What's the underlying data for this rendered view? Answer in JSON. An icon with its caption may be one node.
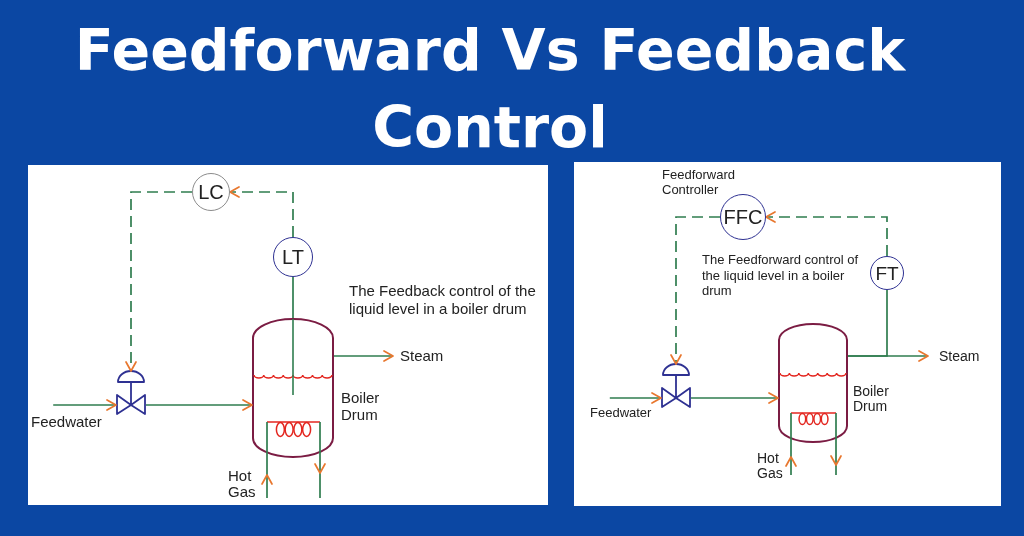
{
  "diagram": {
    "title": "Feedforward Vs Feedback Control",
    "nodes": [
      {
        "text": [
          "The Feedback control of the liquid level in a boiler drum"
        ]
      },
      {
        "text": [
          "LC"
        ],
        "in": 0
      },
      {
        "text": [
          "LT"
        ],
        "in": 0
      },
      {
        "text": [
          "Feedwater"
        ],
        "in": 0
      },
      {
        "text": [],
        "shape": "valve",
        "in": 0
      },
      {
        "text": [],
        "shape": "drum",
        "beside": [
          "Boiler Drum"
        ],
        "in": 0
      },
      {
        "text": [
          "Steam"
        ],
        "in": 0
      },
      {
        "text": [],
        "shape": "coil",
        "in": 5
      },
      {
        "text": [
          "Hot Gas"
        ],
        "in": 0
      },
      {
        "text": [
          "The Feedforward control of the liquid level in a boiler drum"
        ]
      },
      {
        "text": [
          "FFC"
        ],
        "beside": [
          "Feedforward Controller"
        ],
        "in": 9
      },
      {
        "text": [
          "FT"
        ],
        "in": 9
      },
      {
        "text": [
          "Feedwater"
        ],
        "in": 9
      },
      {
        "text": [],
        "shape": "valve",
        "in": 9
      },
      {
        "text": [],
        "shape": "drum",
        "beside": [
          "Boiler Drum"
        ],
        "in": 9
      },
      {
        "text": [
          "Steam"
        ],
        "in": 9
      },
      {
        "text": [],
        "shape": "coil",
        "in": 14
      },
      {
        "text": [
          "Hot Gas"
        ],
        "in": 9
      }
    ],
    "edges": [
      {
        "from": 2,
        "to": 1,
        "arrow": "to",
        "style": "dashed"
      },
      {
        "from": 1,
        "to": 4,
        "arrow": "to",
        "style": "dashed"
      },
      {
        "from": 5,
        "to": 2,
        "arrow": "none"
      },
      {
        "from": 3,
        "to": 4,
        "arrow": "to"
      },
      {
        "from": 4,
        "to": 5,
        "arrow": "to"
      },
      {
        "from": 5,
        "to": 6,
        "arrow": "to"
      },
      {
        "from": 8,
        "to": 7,
        "arrow": "to"
      },
      {
        "from": 7,
        "to": null,
        "arrow": "to"
      },
      {
        "from": 11,
        "to": 10,
        "arrow": "to",
        "style": "dashed"
      },
      {
        "from": 10,
        "to": 13,
        "arrow": "to",
        "style": "dashed"
      },
      {
        "from": 14,
        "to": 11,
        "arrow": "none"
      },
      {
        "from": 12,
        "to": 13,
        "arrow": "to"
      },
      {
        "from": 13,
        "to": 14,
        "arrow": "to"
      },
      {
        "from": 14,
        "to": 15,
        "arrow": "to"
      },
      {
        "from": 17,
        "to": 16,
        "arrow": "to"
      },
      {
        "from": 16,
        "to": null,
        "arrow": "to"
      }
    ]
  }
}
